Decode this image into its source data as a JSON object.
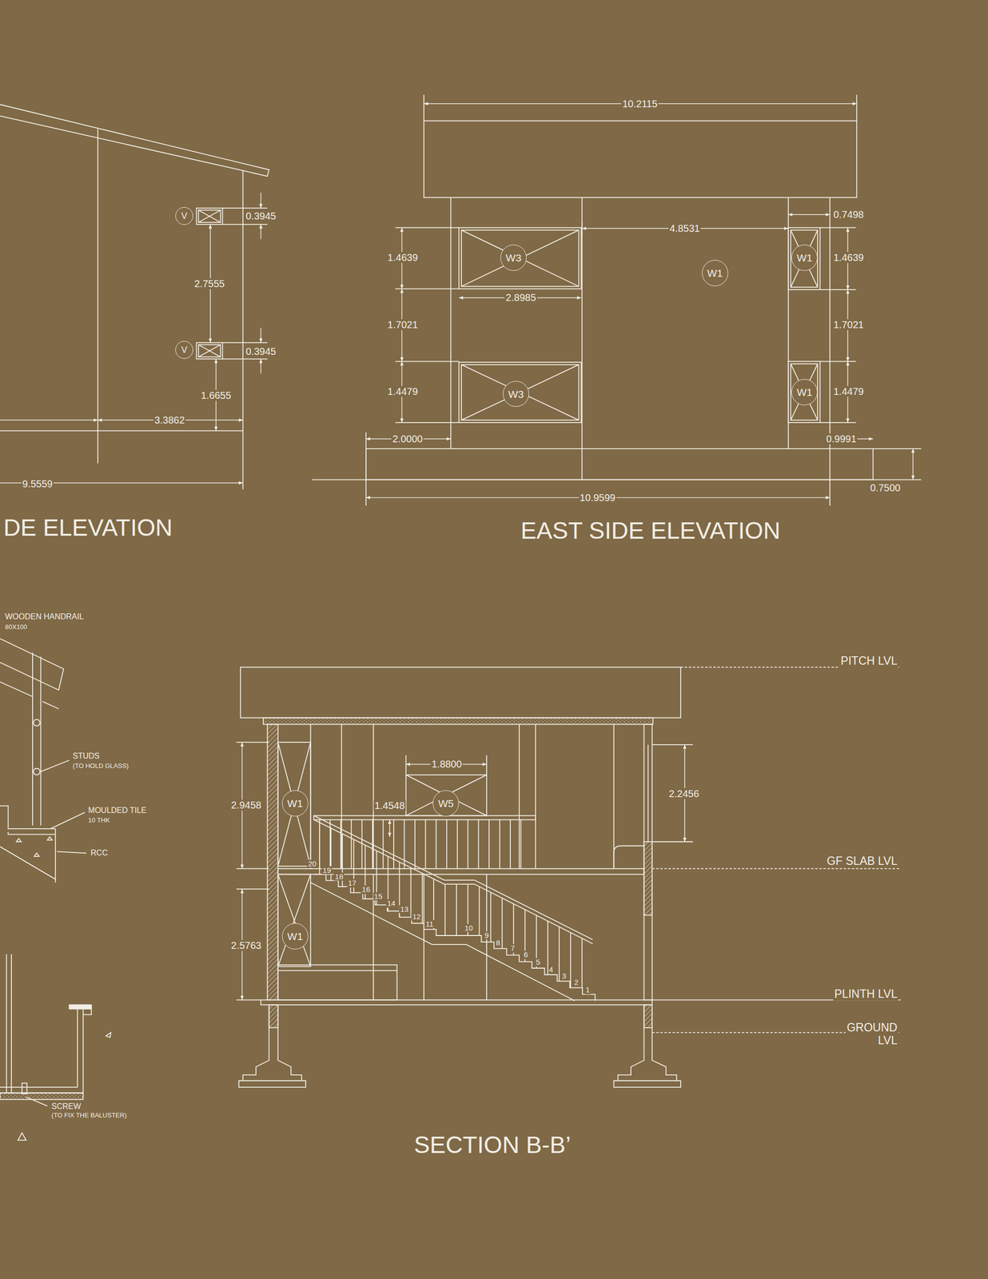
{
  "diagram": {
    "nodes": [
      {
        "text": [
          "V"
        ]
      },
      {
        "text": [
          "V"
        ]
      },
      {
        "text": [
          "W3"
        ]
      },
      {
        "text": [
          "W1"
        ]
      },
      {
        "text": [
          "W1"
        ]
      },
      {
        "text": [
          "W3"
        ]
      },
      {
        "text": [
          "W1"
        ]
      },
      {
        "text": [
          "W1"
        ]
      },
      {
        "text": [
          "W5"
        ]
      },
      {
        "text": [
          "W1"
        ]
      }
    ],
    "labels": [
      "0.3945",
      "2.7555",
      "0.3945",
      "1.6655",
      "3.3862",
      "9.5559",
      "DE ELEVATION",
      "10.2115",
      "0.7498",
      "4.8531",
      "1.4639",
      "1.4639",
      "2.8985",
      "1.7021",
      "1.7021",
      "1.4479",
      "1.4479",
      "2.0000",
      "0.9991",
      "10.9599",
      "0.7500",
      "EAST SIDE ELEVATION",
      "WOODEN HANDRAIL",
      "80X100",
      "STUDS",
      "(TO HOLD GLASS)",
      "MOULDED TILE",
      "10 THK",
      "RCC",
      "1.8800",
      "2.9458",
      "1.4548",
      "2.2456",
      "PITCH LVL",
      "GF SLAB LVL",
      "2.5763",
      "PLINTH LVL",
      "GROUND LVL",
      "20",
      "19",
      "18",
      "17",
      "16",
      "15",
      "14",
      "13",
      "12",
      "11",
      "10",
      "9",
      "8",
      "7",
      "6",
      "5",
      "4",
      "3",
      "2",
      "1",
      "SCREW",
      "(TO FIX THE BALUSTER)",
      "SECTION B-B’"
    ]
  }
}
